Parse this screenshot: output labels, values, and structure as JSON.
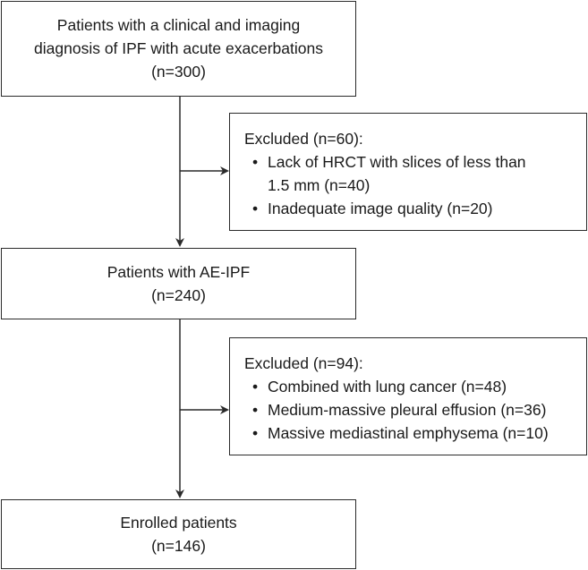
{
  "boxes": {
    "screened": {
      "line1": "Patients with a clinical and imaging",
      "line2": "diagnosis of IPF with acute exacerbations",
      "count": "(n=300)"
    },
    "exclusion1": {
      "heading": "Excluded (n=60):",
      "items": [
        {
          "text": "Lack of HRCT with slices of less than",
          "cont": "1.5 mm (n=40)"
        },
        {
          "text": "Inadequate image quality (n=20)"
        }
      ]
    },
    "ae_ipf": {
      "line1": "Patients with AE-IPF",
      "count": "(n=240)"
    },
    "exclusion2": {
      "heading": "Excluded (n=94):",
      "items": [
        {
          "text": "Combined with lung cancer (n=48)"
        },
        {
          "text": "Medium-massive pleural effusion (n=36)"
        },
        {
          "text": "Massive mediastinal emphysema (n=10)"
        }
      ]
    },
    "enrolled": {
      "line1": "Enrolled patients",
      "count": "(n=146)"
    }
  },
  "bullet": "•",
  "colors": {
    "stroke": "#2a2a2a",
    "text": "#1a1a1a",
    "background": "#ffffff"
  }
}
